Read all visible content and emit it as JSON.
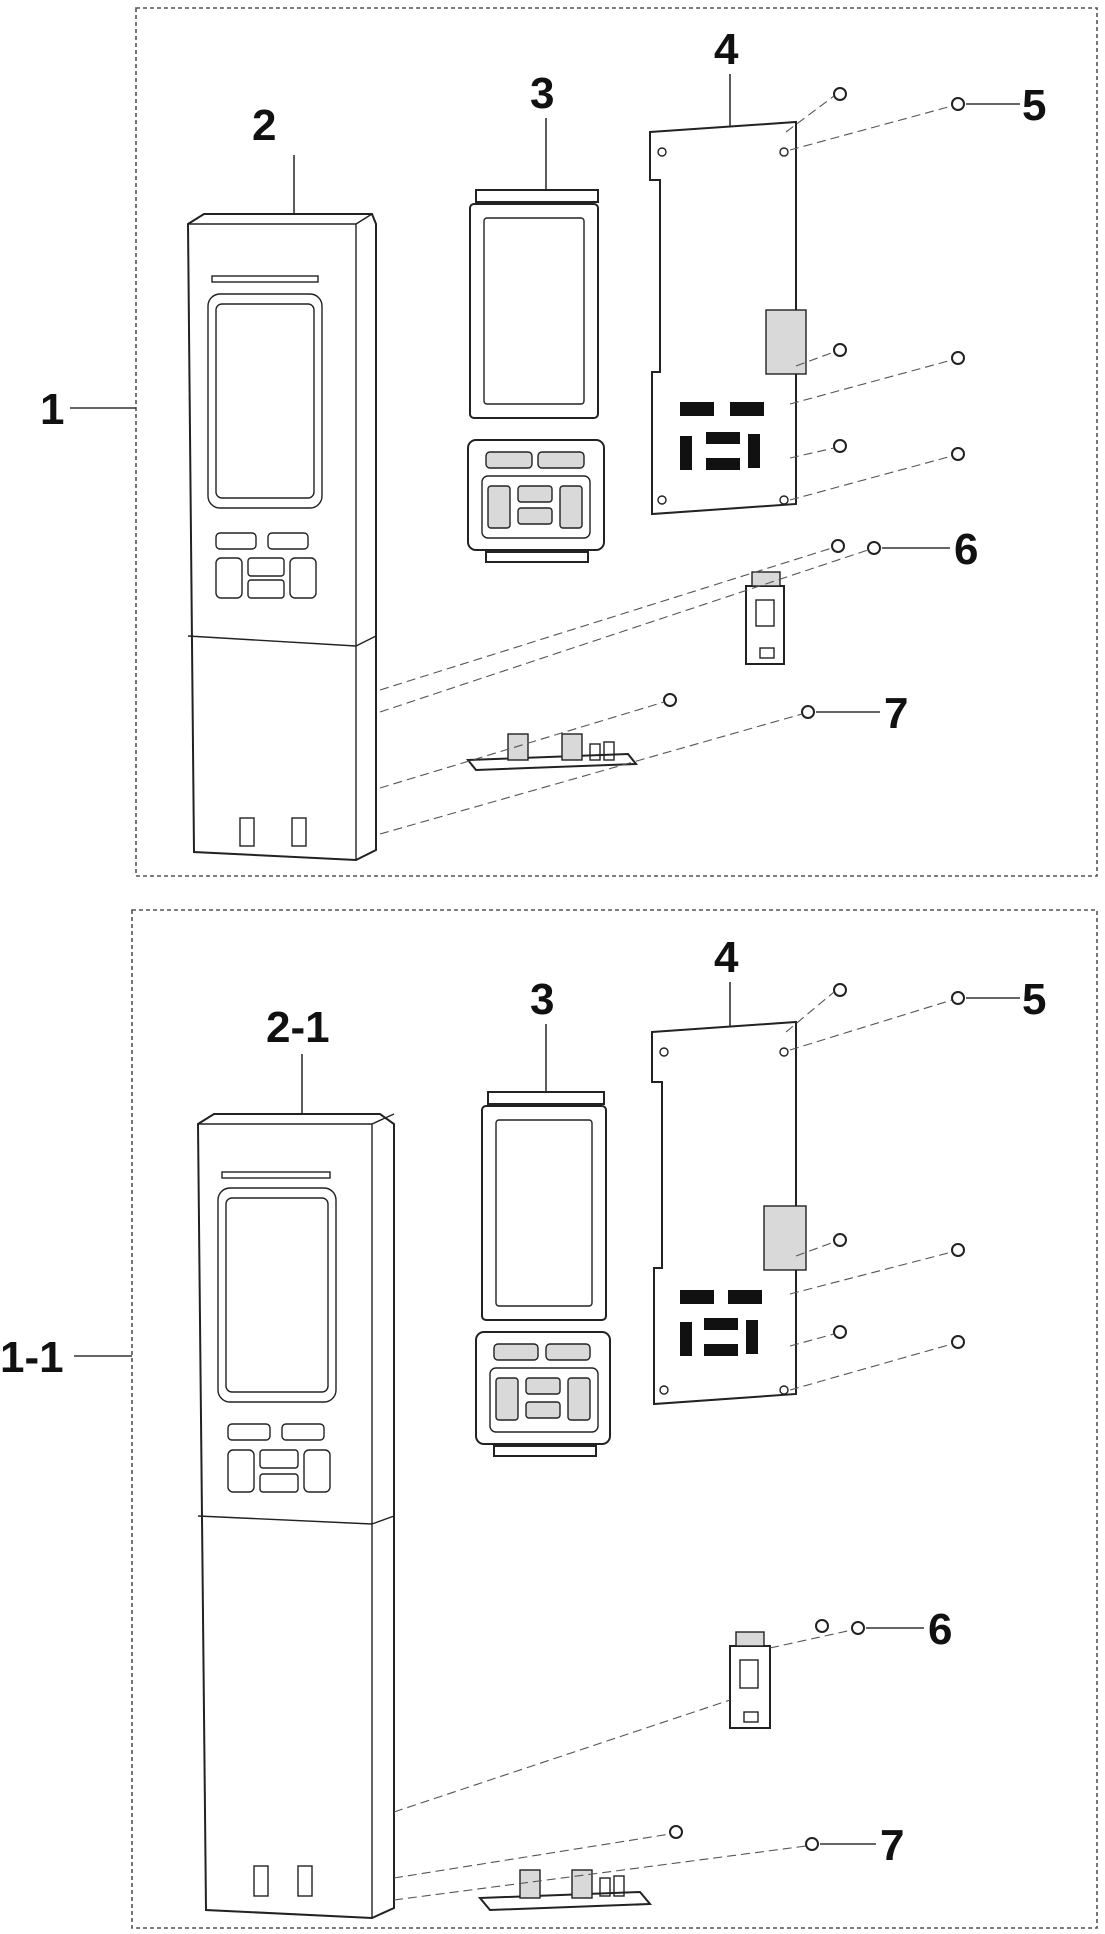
{
  "diagram": {
    "assemblies": [
      {
        "assembly_label": "1",
        "labels": {
          "front": "2",
          "display": "3",
          "main_pcb": "4",
          "screw_main": "5",
          "screw_small": "6",
          "screw_bottom": "7"
        }
      },
      {
        "assembly_label": "1-1",
        "labels": {
          "front": "2-1",
          "display": "3",
          "main_pcb": "4",
          "screw_main": "5",
          "screw_small": "6",
          "screw_bottom": "7"
        }
      }
    ]
  }
}
